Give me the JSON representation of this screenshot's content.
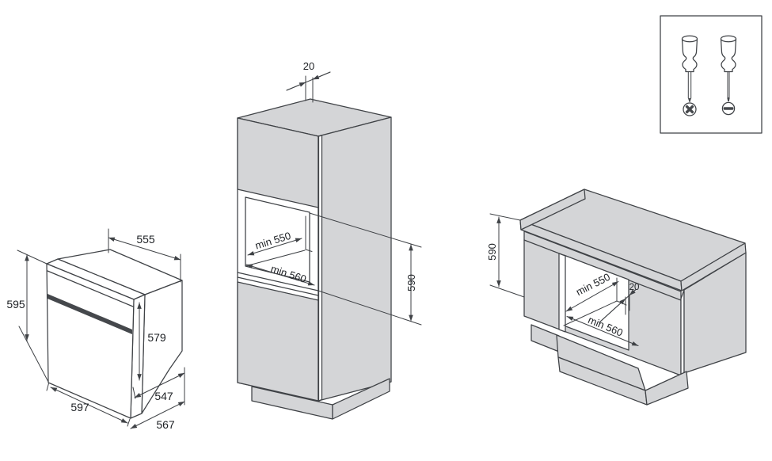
{
  "colors": {
    "line": "#3f4246",
    "gray": "#d4d5d7",
    "white": "#ffffff",
    "dark": "#45484c",
    "text": "#1e2125",
    "bg": "#ffffff"
  },
  "oven": {
    "dim_top_width": "555",
    "dim_height": "595",
    "dim_body_height": "579",
    "dim_front_width": "597",
    "dim_body_depth": "547",
    "dim_total_depth": "567"
  },
  "tall_cabinet": {
    "dim_vent_gap": "20",
    "dim_niche_depth": "min 550",
    "dim_niche_width": "min 560",
    "dim_niche_height": "590"
  },
  "base_cabinet": {
    "dim_niche_height": "590",
    "dim_niche_depth": "min 550",
    "dim_vent_gap": "20",
    "dim_niche_width": "min 560"
  },
  "tools": {
    "screwdriver_left": "phillips-screwdriver",
    "screwdriver_right": "slotted-screwdriver"
  }
}
